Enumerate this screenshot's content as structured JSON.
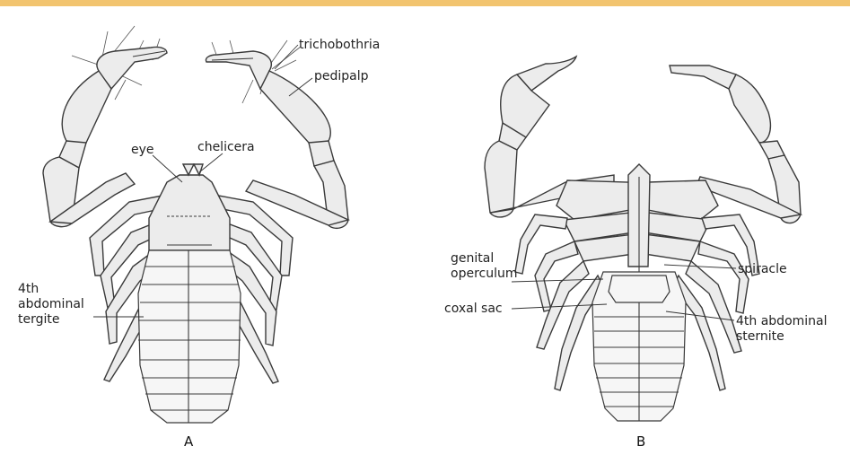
{
  "colors": {
    "top_bar": "#f2c46f",
    "outline": "#3a3a3a",
    "fill": "#ececec"
  },
  "figure": {
    "panel_a": {
      "letter": "A",
      "labels": {
        "trichobothria": "trichobothria",
        "pedipalp": "pedipalp",
        "eye": "eye",
        "chelicera": "chelicera",
        "tergite_line1": "4th",
        "tergite_line2": "abdominal",
        "tergite_line3": "tergite"
      }
    },
    "panel_b": {
      "letter": "B",
      "labels": {
        "genital_line1": "genital",
        "genital_line2": "operculum",
        "spiracle": "spiracle",
        "coxal_sac": "coxal sac",
        "sternite_line1": "4th abdominal",
        "sternite_line2": "sternite"
      }
    }
  }
}
